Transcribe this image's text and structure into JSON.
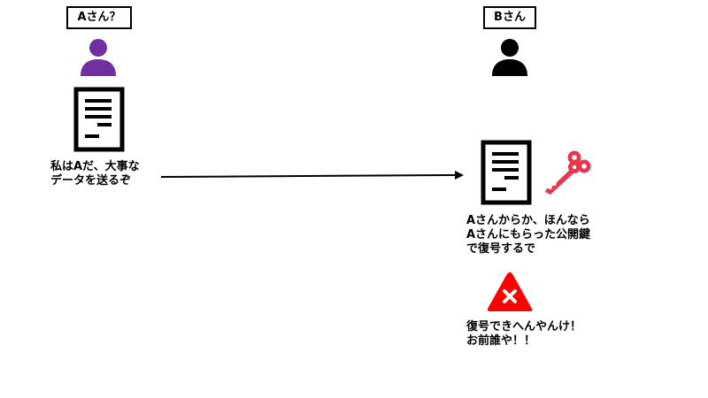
{
  "sender": {
    "label": "Aさん？",
    "message_lines": [
      "私はAだ、大事な",
      "データを送るぞ"
    ]
  },
  "receiver": {
    "label": "Bさん",
    "thought_lines": [
      "Aさんからか、ほんなら",
      "Aさんにもらった公開鍵",
      "で復号するで"
    ],
    "result_lines": [
      "復号できへんやんけ！",
      "お前誰や！！"
    ]
  },
  "colors": {
    "sender_person": "#7030a0",
    "receiver_person": "#000000",
    "key": "#e8384f",
    "error": "#ff0000"
  },
  "icons": {
    "sender_person": "person-icon",
    "sender_document": "document-icon",
    "arrow": "arrow-right",
    "receiver_person": "person-icon",
    "receiver_document": "document-icon",
    "key": "key-icon",
    "error": "error-triangle-icon"
  }
}
